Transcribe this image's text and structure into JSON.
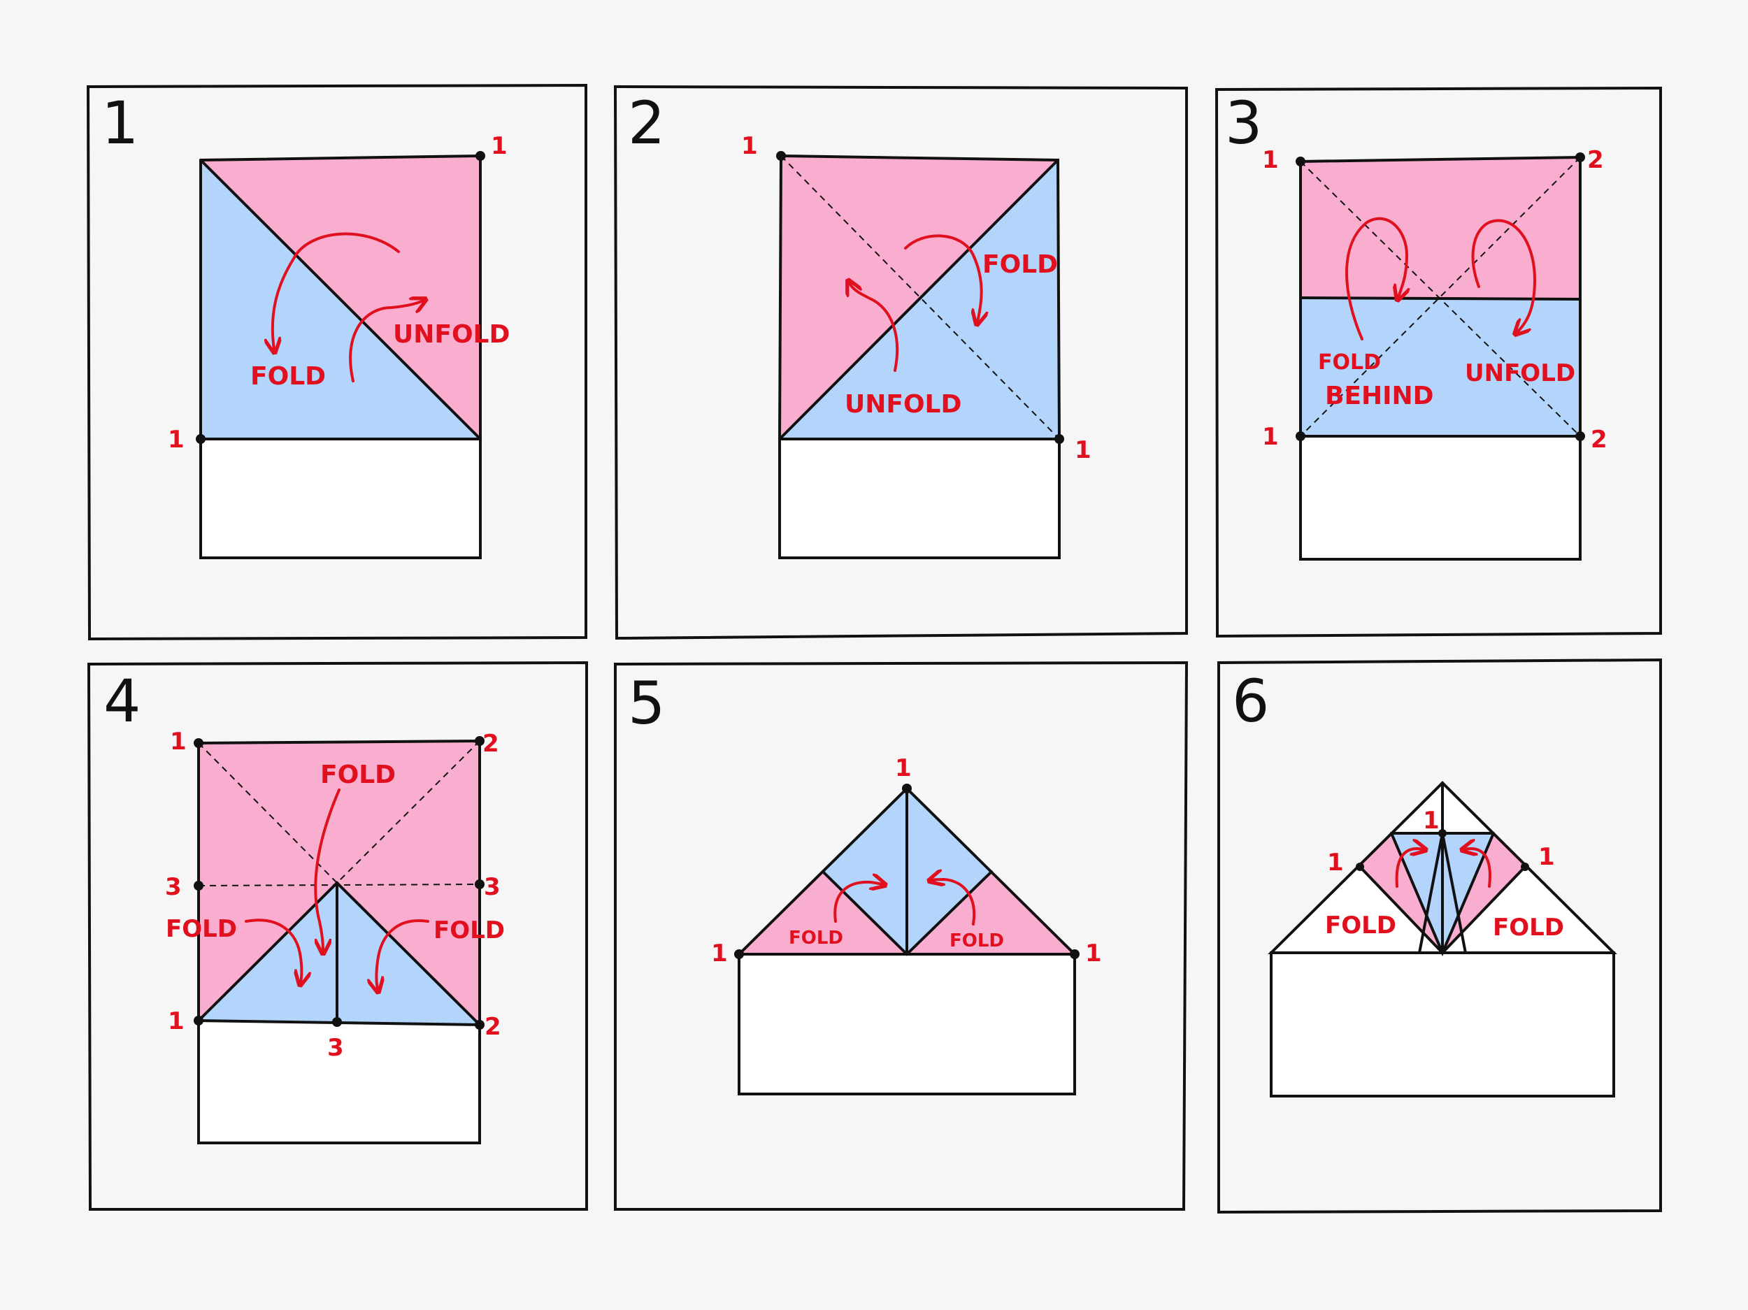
{
  "colors": {
    "pink": "#f9adcf",
    "blue": "#b3d4fb",
    "ink": "#111111",
    "annotation": "#e0101e",
    "background": "#f6f6f6"
  },
  "panels": [
    {
      "step": "1",
      "labels": {
        "fold": "FOLD",
        "unfold": "UNFOLD"
      },
      "points": [
        "1",
        "1"
      ]
    },
    {
      "step": "2",
      "labels": {
        "fold": "FOLD",
        "unfold": "UNFOLD"
      },
      "points": [
        "1",
        "1"
      ]
    },
    {
      "step": "3",
      "labels": {
        "fold_behind_1": "FOLD",
        "fold_behind_2": "BEHIND",
        "unfold": "UNFOLD"
      },
      "points": [
        "1",
        "2",
        "1",
        "2"
      ]
    },
    {
      "step": "4",
      "labels": {
        "fold_top": "FOLD",
        "fold_left": "FOLD",
        "fold_right": "FOLD"
      },
      "points": [
        "1",
        "2",
        "3",
        "3",
        "1",
        "2",
        "3"
      ]
    },
    {
      "step": "5",
      "labels": {
        "fold_left": "FOLD",
        "fold_right": "FOLD"
      },
      "points": [
        "1",
        "1",
        "1"
      ]
    },
    {
      "step": "6",
      "labels": {
        "fold_left": "FOLD",
        "fold_right": "FOLD"
      },
      "points": [
        "1",
        "1",
        "1"
      ]
    }
  ]
}
